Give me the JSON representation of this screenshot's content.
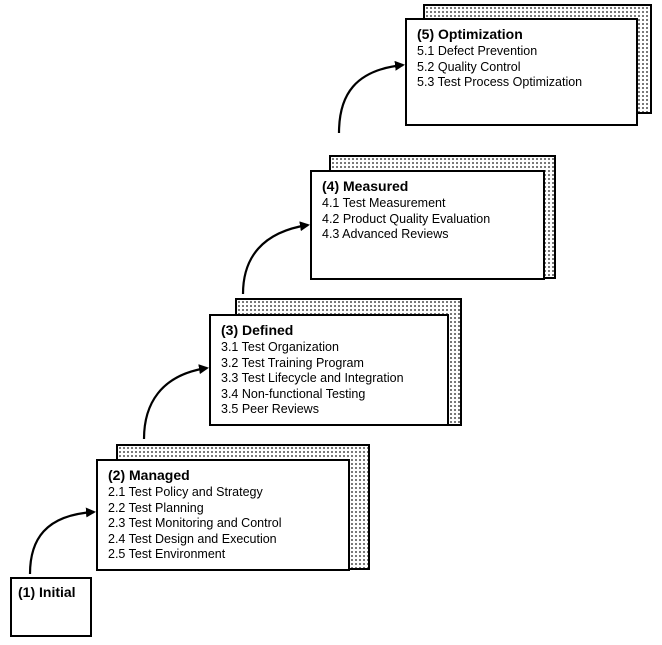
{
  "levels": [
    {
      "title": "(1) Initial",
      "items": []
    },
    {
      "title": "(2) Managed",
      "items": [
        "2.1 Test Policy and Strategy",
        "2.2 Test Planning",
        "2.3 Test Monitoring and Control",
        "2.4 Test Design and Execution",
        "2.5 Test Environment"
      ]
    },
    {
      "title": "(3) Defined",
      "items": [
        "3.1 Test Organization",
        "3.2 Test Training Program",
        "3.3 Test Lifecycle and Integration",
        "3.4 Non-functional Testing",
        "3.5 Peer Reviews"
      ]
    },
    {
      "title": "(4) Measured",
      "items": [
        "4.1 Test Measurement",
        "4.2 Product Quality Evaluation",
        "4.3 Advanced Reviews"
      ]
    },
    {
      "title": "(5) Optimization",
      "items": [
        "5.1 Defect Prevention",
        "5.2 Quality Control",
        "5.3 Test Process Optimization"
      ]
    }
  ]
}
